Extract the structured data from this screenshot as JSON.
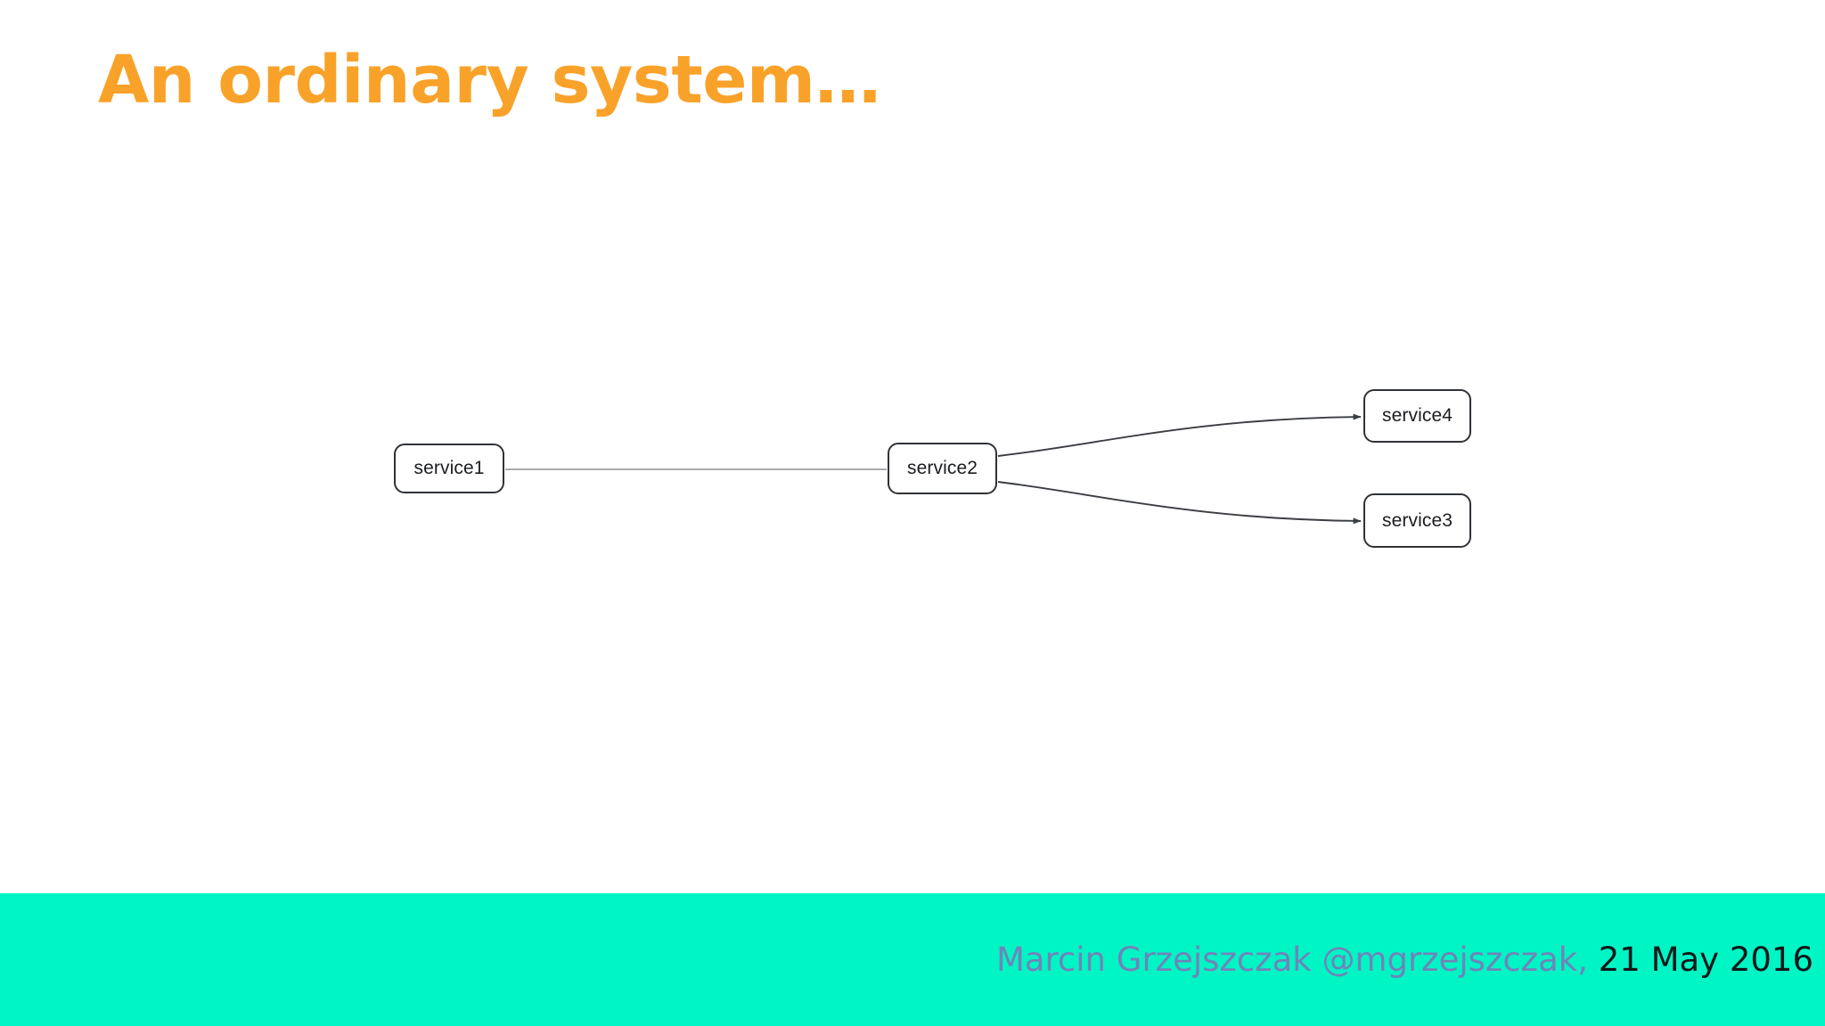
{
  "slide": {
    "title": "An ordinary system…",
    "title_color": "#f9a22a",
    "background_color": "#ffffff"
  },
  "diagram": {
    "type": "service-graph",
    "node_border_color": "#2f3237",
    "node_fill_color": "#ffffff",
    "edge_color": "#3a3d42",
    "nodes": [
      {
        "id": "service1",
        "label": "service1"
      },
      {
        "id": "service2",
        "label": "service2"
      },
      {
        "id": "service4",
        "label": "service4"
      },
      {
        "id": "service3",
        "label": "service3"
      }
    ],
    "edges": [
      {
        "from": "service1",
        "to": "service2",
        "arrow": false,
        "shape": "straight"
      },
      {
        "from": "service2",
        "to": "service4",
        "arrow": true,
        "shape": "curve"
      },
      {
        "from": "service2",
        "to": "service3",
        "arrow": true,
        "shape": "curve"
      }
    ]
  },
  "footer": {
    "band_color": "#00f5c4",
    "author": "Marcin Grzejszczak @mgrzejszczak,",
    "author_color": "#7183b8",
    "date": " 21 May 2016",
    "date_color": "#13161a"
  }
}
